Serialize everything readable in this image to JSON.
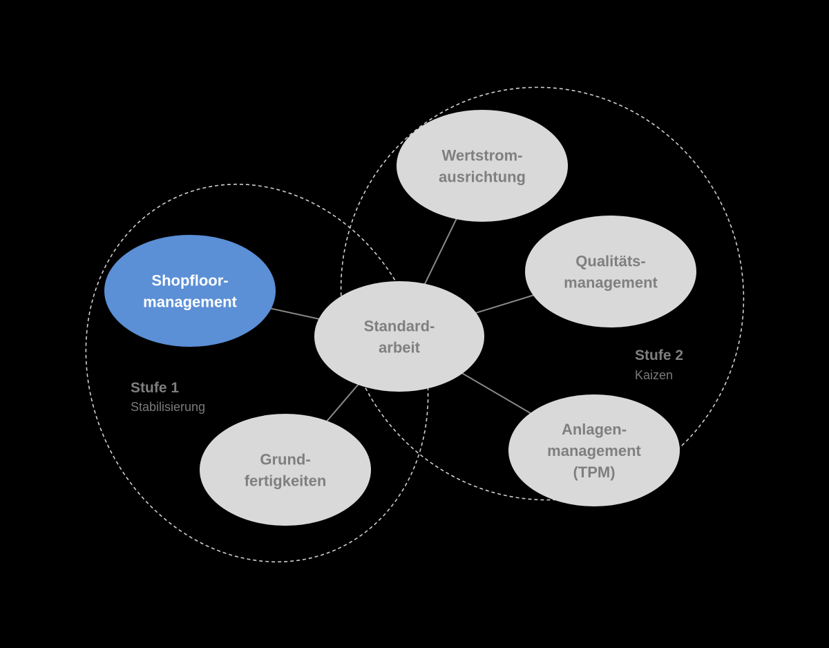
{
  "colors": {
    "background": "#000000",
    "node_fill": "#d9d9d9",
    "node_text": "#7f7f7f",
    "highlight_fill": "#5b8fd6",
    "highlight_text": "#ffffff",
    "connector": "#8a8a8a",
    "group_border": "#d0d0d0",
    "stage_title": "#7f7f7f",
    "stage_sub": "#7a7a7a"
  },
  "groups": {
    "stage1": {
      "title": "Stufe 1",
      "subtitle": "Stabilisierung"
    },
    "stage2": {
      "title": "Stufe 2",
      "subtitle": "Kaizen"
    }
  },
  "nodes": {
    "shopfloor": {
      "lines": [
        "Shopfloor-",
        "management"
      ],
      "highlighted": true
    },
    "standard": {
      "lines": [
        "Standard-",
        "arbeit"
      ],
      "highlighted": false
    },
    "wertstrom": {
      "lines": [
        "Wertstrom-",
        "ausrichtung"
      ],
      "highlighted": false
    },
    "qualitaet": {
      "lines": [
        "Qualitäts-",
        "management"
      ],
      "highlighted": false
    },
    "anlagen": {
      "lines": [
        "Anlagen-",
        "management",
        "(TPM)"
      ],
      "highlighted": false
    },
    "grund": {
      "lines": [
        "Grund-",
        "fertigkeiten"
      ],
      "highlighted": false
    }
  },
  "edges": [
    [
      "standard",
      "shopfloor"
    ],
    [
      "standard",
      "wertstrom"
    ],
    [
      "standard",
      "qualitaet"
    ],
    [
      "standard",
      "anlagen"
    ],
    [
      "standard",
      "grund"
    ]
  ]
}
